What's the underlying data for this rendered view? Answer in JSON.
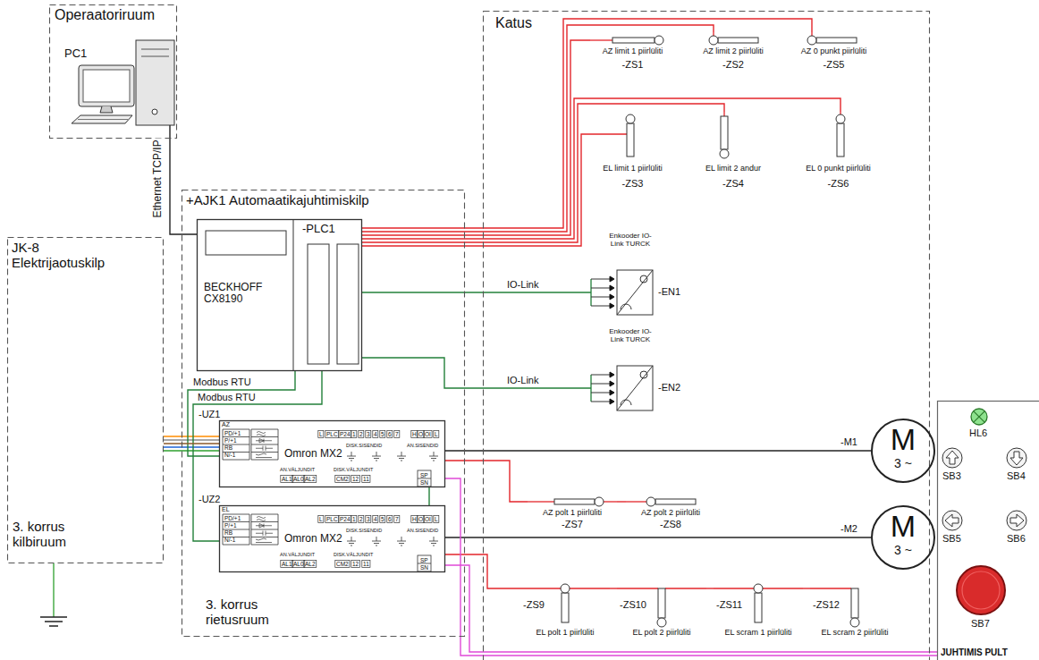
{
  "diagram": {
    "nodes": [
      {
        "text": [
          "Operaatoriruum"
        ]
      },
      {
        "text": [
          "PC1"
        ],
        "in": 0
      },
      {
        "text": [
          "Katus"
        ]
      },
      {
        "text": [
          "AZ limit 1 piirlüliti",
          "-ZS1"
        ],
        "in": 2
      },
      {
        "text": [
          "AZ limit 2 piirlüliti",
          "-ZS2"
        ],
        "in": 2
      },
      {
        "text": [
          "AZ 0 punkt piirlüliti",
          "-ZS5"
        ],
        "in": 2
      },
      {
        "text": [
          "EL limit 1 piirlüliti",
          "-ZS3"
        ],
        "in": 2
      },
      {
        "text": [
          "EL limit 2 andur",
          "-ZS4"
        ],
        "in": 2
      },
      {
        "text": [
          "EL 0 punkt piirlüliti",
          "-ZS6"
        ],
        "in": 2
      },
      {
        "text": [
          "+AJK1 Automaatikajuhtimiskilp",
          "3. korrus rietusruum"
        ]
      },
      {
        "text": [
          "-PLC1",
          "BECKHOFF CX8190"
        ],
        "in": 9
      },
      {
        "text": [
          "Enkooder IO-Link TURCK",
          "-EN1"
        ],
        "in": 2
      },
      {
        "text": [
          "Enkooder IO-Link TURCK",
          "-EN2"
        ],
        "in": 2
      },
      {
        "text": [
          "JK-8 Elektrijaotuskilp",
          "3. korrus kilbiruum"
        ]
      },
      {
        "text": [
          "-UZ1",
          "AZ",
          "Omron MX2"
        ],
        "in": 9
      },
      {
        "text": [
          "M",
          "3 ~"
        ],
        "in": 2
      },
      {
        "text": [
          "-UZ2",
          "EL",
          "Omron MX2"
        ],
        "in": 9
      },
      {
        "text": [
          "AZ polt 1 piirlüliti",
          "-ZS7"
        ],
        "in": 2
      },
      {
        "text": [
          "AZ polt 2 piirlüliti",
          "-ZS8"
        ],
        "in": 2
      },
      {
        "text": [
          "M",
          "3 ~"
        ],
        "in": 2
      },
      {
        "text": [
          "-ZS9",
          "EL polt 1 piirlüliti"
        ],
        "in": 2
      },
      {
        "text": [
          "-ZS10",
          "EL polt 2 piirlüliti"
        ],
        "in": 2
      },
      {
        "text": [
          "-ZS11",
          "EL scram 1 piirlüliti"
        ],
        "in": 2
      },
      {
        "text": [
          "-ZS12",
          "EL scram 2 piirlüliti"
        ],
        "in": 2
      },
      {
        "text": [
          "JUHTIMIS PULT"
        ]
      }
    ],
    "edges": [
      {
        "from": 1,
        "to": 10,
        "arrow": "none",
        "label": "Ethernet TCP/IP"
      },
      {
        "from": 10,
        "to": 3,
        "arrow": "none"
      },
      {
        "from": 10,
        "to": 4,
        "arrow": "none"
      },
      {
        "from": 10,
        "to": 5,
        "arrow": "none"
      },
      {
        "from": 10,
        "to": 6,
        "arrow": "none"
      },
      {
        "from": 10,
        "to": 7,
        "arrow": "none"
      },
      {
        "from": 10,
        "to": 8,
        "arrow": "none"
      },
      {
        "from": 10,
        "to": 11,
        "arrow": "none",
        "label": "IO-Link"
      },
      {
        "from": 10,
        "to": 12,
        "arrow": "none",
        "label": "IO-Link"
      },
      {
        "from": 10,
        "to": 14,
        "arrow": "none",
        "label": "Modbus RTU"
      },
      {
        "from": 10,
        "to": 16,
        "arrow": "none",
        "label": "Modbus RTU"
      },
      {
        "from": 13,
        "to": 14,
        "arrow": "none"
      },
      {
        "from": 14,
        "to": 15,
        "arrow": "none",
        "label": "-M1"
      },
      {
        "from": 16,
        "to": 19,
        "arrow": "none",
        "label": "-M2"
      },
      {
        "from": 14,
        "to": 17,
        "arrow": "none"
      },
      {
        "from": 17,
        "to": 18,
        "arrow": "none"
      },
      {
        "from": 16,
        "to": 20,
        "arrow": "none"
      },
      {
        "from": 20,
        "to": 21,
        "arrow": "none"
      },
      {
        "from": 21,
        "to": 22,
        "arrow": "none"
      },
      {
        "from": 22,
        "to": 23,
        "arrow": "none"
      },
      {
        "from": 14,
        "to": 24,
        "arrow": "none"
      },
      {
        "from": 16,
        "to": 24,
        "arrow": "none"
      }
    ],
    "labels": [
      "PD/+1",
      "P/+1",
      "RB",
      "N/-1",
      "L",
      "PLC",
      "P24",
      "1",
      "2",
      "3",
      "4",
      "5",
      "6",
      "7",
      "H",
      "O",
      "OI",
      "L",
      "DISK.SISENDID",
      "AN.SISENDID",
      "AN.VÄLJUNDIT",
      "AL1",
      "AL0",
      "AL2",
      "DISK.VÄLJUNDIT",
      "CM2",
      "12",
      "11",
      "SP",
      "SN",
      "PD/+1",
      "P/+1",
      "RB",
      "N/-1",
      "L",
      "PLC",
      "P24",
      "1",
      "2",
      "3",
      "4",
      "5",
      "6",
      "7",
      "H",
      "O",
      "OI",
      "L",
      "DISK.SISENDID",
      "AN.SISENDID",
      "AN.VÄLJUNDIT",
      "AL1",
      "AL0",
      "AL2",
      "DISK.VÄLJUNDIT",
      "CM2",
      "12",
      "11",
      "SP",
      "SN",
      "HL6",
      "SB3",
      "SB4",
      "SB5",
      "SB6",
      "SB7"
    ]
  }
}
